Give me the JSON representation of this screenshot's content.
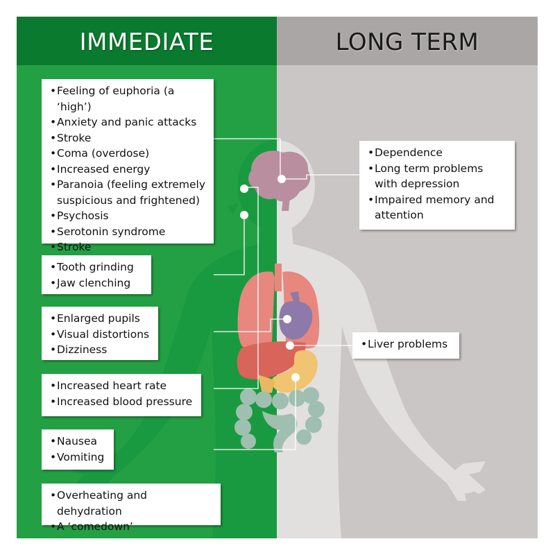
{
  "headers": {
    "immediate": "IMMEDIATE",
    "long_term": "LONG TERM"
  },
  "colors": {
    "immediate_bg": "#24a044",
    "immediate_header": "#0a7a2e",
    "long_term_bg": "#cbc6c6",
    "long_term_header": "#aaa6a6",
    "brain": "#b98fa0",
    "lungs": "#e8877e",
    "heart": "#8d7aaa",
    "liver": "#d9645a",
    "stomach": "#f0c470",
    "intestines": "#9fbfb0"
  },
  "immediate_boxes": [
    {
      "items": [
        "Feeling of euphoria (a ‘high’)",
        "Anxiety and panic attacks",
        "Stroke",
        "Coma (overdose)",
        "Increased energy",
        "Paranoia (feeling extremely suspicious and frightened)",
        "Psychosis",
        "Serotonin syndrome",
        "Stroke"
      ]
    },
    {
      "items": [
        "Tooth grinding",
        "Jaw clenching"
      ]
    },
    {
      "items": [
        "Enlarged pupils",
        "Visual distortions",
        "Dizziness"
      ]
    },
    {
      "items": [
        "Increased heart rate",
        "Increased blood pressure"
      ]
    },
    {
      "items": [
        "Nausea",
        "Vomiting"
      ]
    },
    {
      "items": [
        "Overheating and dehydration",
        "A ‘comedown’"
      ]
    }
  ],
  "long_term_boxes": [
    {
      "items": [
        "Dependence",
        "Long term problems with depression",
        "Impaired memory and attention"
      ]
    },
    {
      "items": [
        "Liver problems"
      ]
    }
  ]
}
